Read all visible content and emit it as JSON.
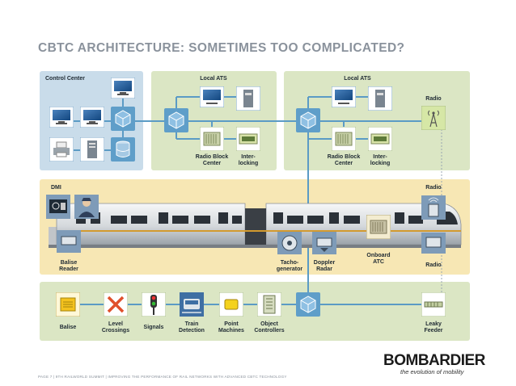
{
  "title": "CBTC ARCHITECTURE: SOMETIMES TOO COMPLICATED?",
  "regions": {
    "control_center": "Control Center",
    "local_ats_1": "Local ATS",
    "local_ats_2": "Local ATS"
  },
  "labels": {
    "rbc_1": "Radio Block\nCenter",
    "interlocking_1": "Inter-\nlocking",
    "rbc_2": "Radio Block\nCenter",
    "interlocking_2": "Inter-\nlocking",
    "radio_top": "Radio",
    "dmi": "DMI",
    "radio_mid": "Radio",
    "balise_reader": "Balise\nReader",
    "tachogenerator": "Tacho-\ngenerator",
    "doppler_radar": "Doppler\nRadar",
    "onboard_atc": "Onboard\nATC",
    "radio_low": "Radio",
    "balise": "Balise",
    "level_crossings": "Level\nCrossings",
    "signals": "Signals",
    "train_detection": "Train\nDetection",
    "point_machines": "Point\nMachines",
    "object_controllers": "Object\nControllers",
    "leaky_feeder": "Leaky\nFeeder"
  },
  "footer": "PAGE 7   |   9TH RAILWORLD SUMMIT   |   IMPROVING THE PERFORMANCE OF RAIL NETWORKS WITH ADVANCED CBTC TECHNOLOGY",
  "brand": {
    "name": "BOMBARDIER",
    "tagline": "the evolution of mobility"
  },
  "colors": {
    "title": "#8a929c",
    "control_center_bg": "#c9dcea",
    "ats_bg": "#dbe6c4",
    "train_zone_bg": "#f7e7b4",
    "wayside_bg": "#dbe6c4",
    "network_line": "#5b9bc5",
    "node": "#5f9ec9"
  }
}
